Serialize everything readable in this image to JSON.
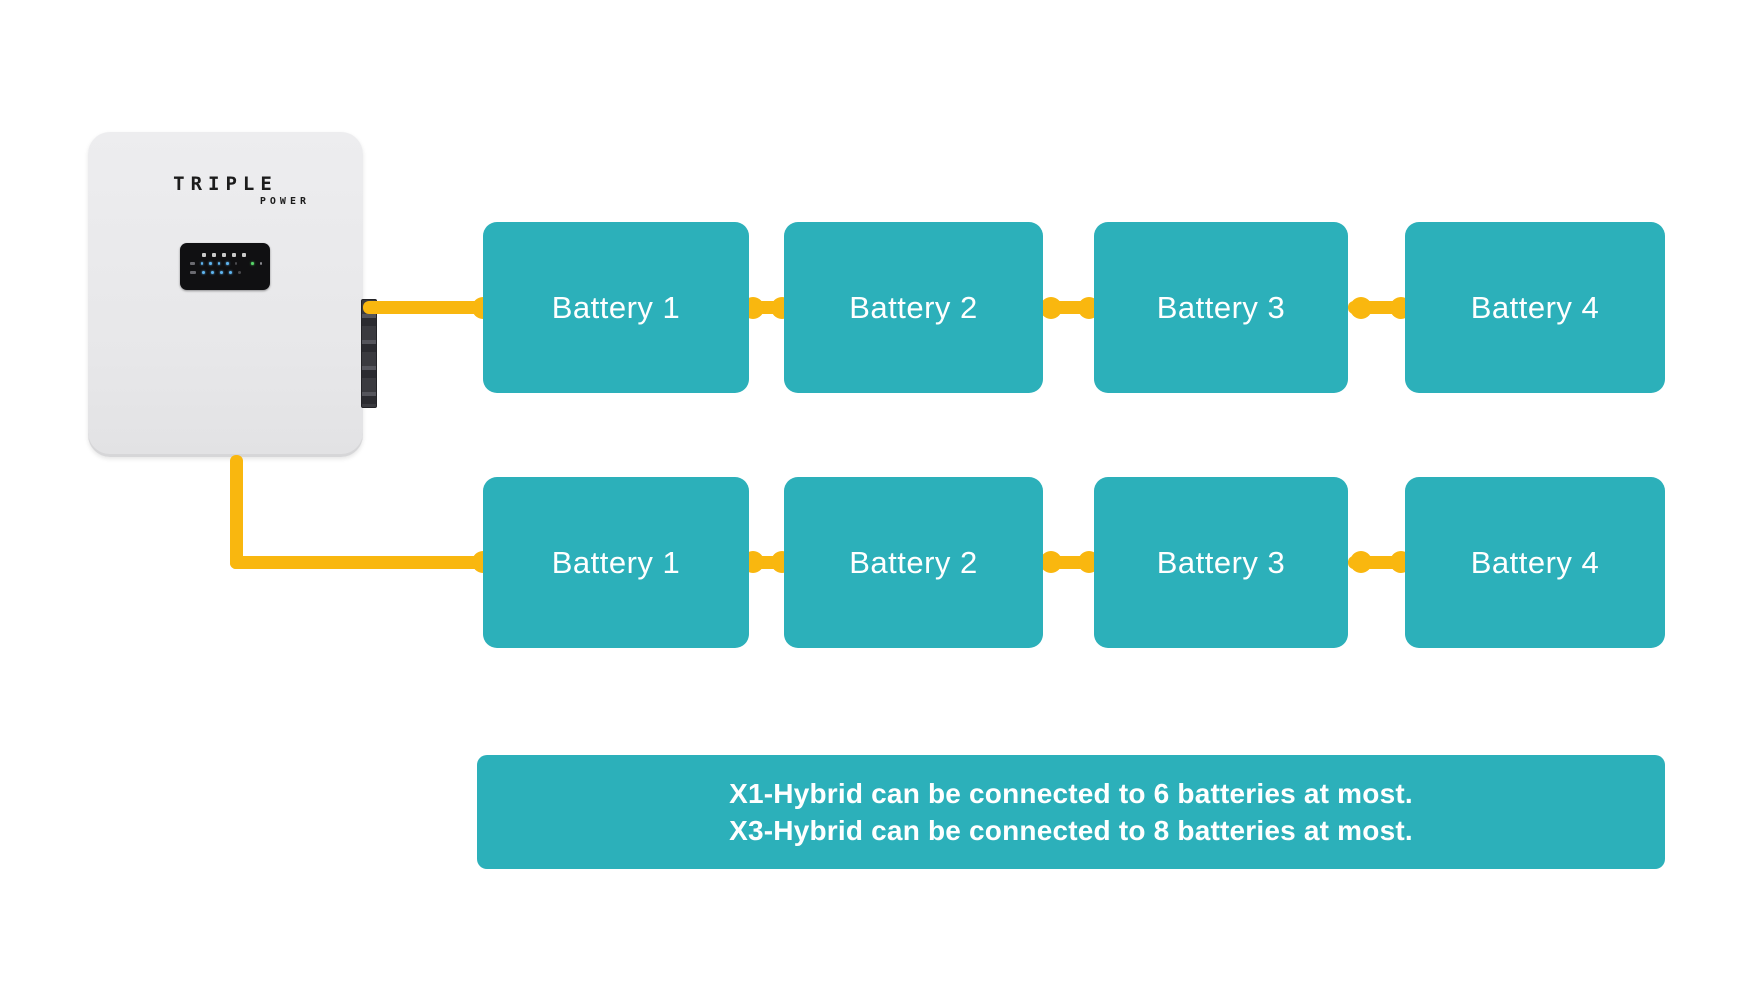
{
  "inverter": {
    "brand_line1": "TRIPLE",
    "brand_line2": "POWER"
  },
  "rows": [
    {
      "batteries": [
        "Battery 1",
        "Battery 2",
        "Battery 3",
        "Battery 4"
      ]
    },
    {
      "batteries": [
        "Battery 1",
        "Battery 2",
        "Battery 3",
        "Battery 4"
      ]
    }
  ],
  "note": {
    "line1": "X1-Hybrid can be connected to 6 batteries at most.",
    "line2": "X3-Hybrid can be connected to 8 batteries at most."
  },
  "colors": {
    "teal": "#2cb0ba",
    "yellow": "#f9b70f",
    "inverter_gray": "#e9e9eb",
    "display_black": "#101012",
    "logo_dark": "#1c1c1c",
    "led_blue": "#5fb5f0",
    "led_green": "#57d669",
    "text_white": "#ffffff"
  }
}
